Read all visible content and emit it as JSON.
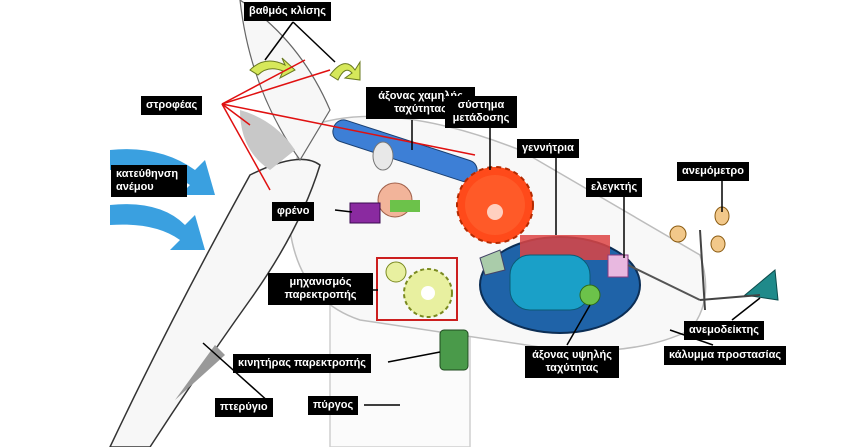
{
  "labels": {
    "tilt": "βαθμός κλίσης",
    "rotor": "στροφέας",
    "wind_direction": "κατεύθηνση ανέμου",
    "low_speed_shaft": "άξονας χαμηλής ταχύτητας",
    "gearbox": "σύστημα μετάδοσης",
    "generator": "γεννήτρια",
    "controller": "ελεγκτής",
    "anemometer": "ανεμόμετρο",
    "brake": "φρένο",
    "yaw_drive": "μηχανισμός παρεκτροπής",
    "yaw_motor": "κινητήρας παρεκτροπής",
    "high_speed_shaft": "άξονας υψηλής ταχύτητας",
    "wind_vane": "ανεμοδείκτης",
    "nacelle": "κάλυμμα προστασίας",
    "blade": "πτερύγιο",
    "tower": "πύργος"
  },
  "colors": {
    "label_bg": "#000000",
    "label_text": "#ffffff",
    "gear": "#ff4a1a",
    "shaft": "#3d7fd6",
    "generator": "#1aa0c8",
    "arrow": "#3aa0e0",
    "pointer": "#e01010"
  }
}
